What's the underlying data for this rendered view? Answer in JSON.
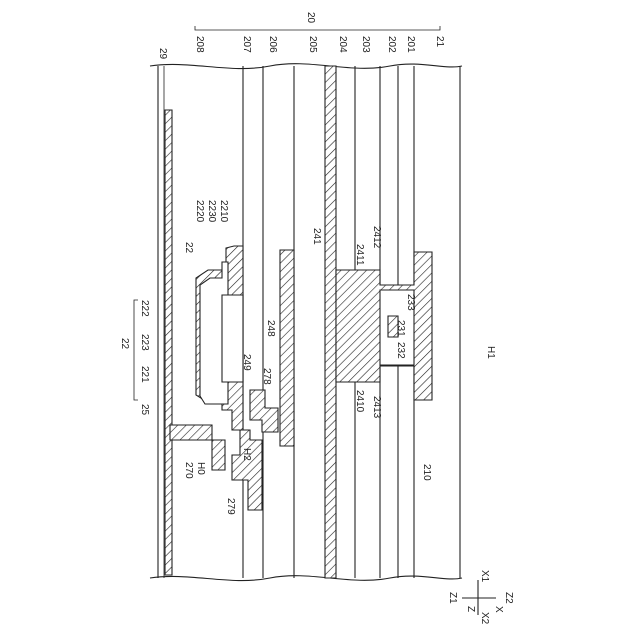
{
  "top_labels": [
    "29",
    "208",
    "207",
    "206",
    "205",
    "204",
    "203",
    "202",
    "201",
    "21"
  ],
  "group_label": "20",
  "layer_labels": {
    "l22": "22",
    "l2220": "2220",
    "l2230": "2230",
    "l2210": "2210",
    "l222": "222",
    "l22b": "22",
    "l223": "223",
    "l221": "221",
    "l25": "25",
    "l241": "241",
    "l2411": "2411",
    "l2412": "2412",
    "l233": "233",
    "l231": "231",
    "l232": "232",
    "l248": "248",
    "l249": "249",
    "l278": "278",
    "l2410": "2410",
    "l2413": "2413",
    "lH1": "H1",
    "l270": "270",
    "lH0": "H0",
    "lH2": "H2",
    "l279": "279",
    "l210": "210"
  },
  "axes": {
    "x1": "X1",
    "x2": "X2",
    "z1": "Z1",
    "z2": "Z2",
    "z": "Z",
    "x": "X"
  }
}
